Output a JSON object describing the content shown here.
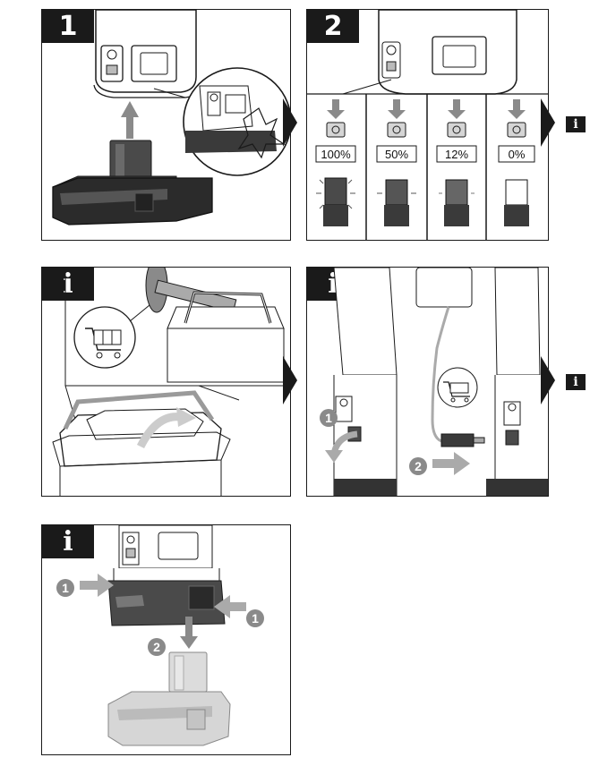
{
  "panels": {
    "p1": {
      "badge": "1"
    },
    "p2": {
      "badge": "2",
      "levels": [
        "100%",
        "50%",
        "12%",
        "0%"
      ]
    },
    "p3": {
      "badge": "i"
    },
    "p4": {
      "badge": "i",
      "step1": "1",
      "step2": "2"
    },
    "p5": {
      "badge": "i",
      "step1a": "1",
      "step1b": "1",
      "step2": "2"
    }
  },
  "info_tags": {
    "right_top": "i",
    "right_middle": "i"
  },
  "icons": [
    "battery-icon",
    "cart-icon",
    "usb-port-icon",
    "power-button-icon",
    "lamp-icon",
    "arrow-icon"
  ],
  "colors": {
    "ink": "#1a1a1a",
    "mid_gray": "#8a8a8a",
    "light_gray": "#cfcfcf",
    "dark_gray": "#4a4a4a"
  }
}
